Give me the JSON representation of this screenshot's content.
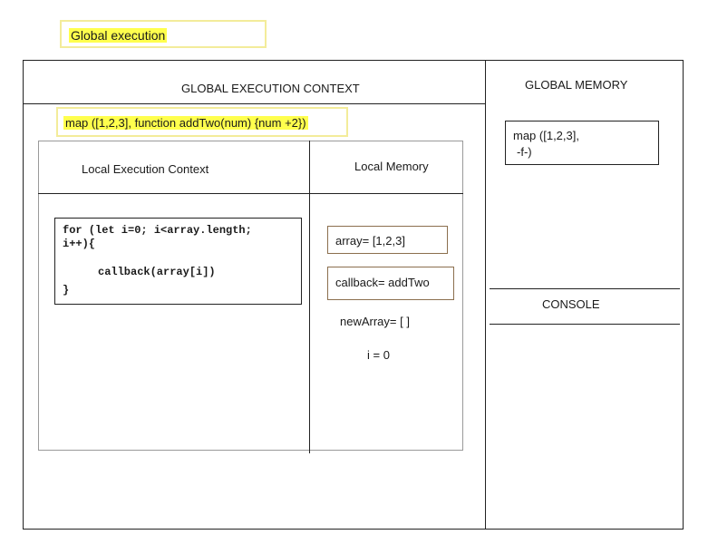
{
  "title_tag": "Global execution",
  "global_context": {
    "header": "GLOBAL EXECUTION CONTEXT",
    "call": "map ([1,2,3], function addTwo(num) {num +2})"
  },
  "global_memory": {
    "header": "GLOBAL MEMORY",
    "entry_line1": "map ([1,2,3],",
    "entry_line2": "-f-)"
  },
  "console": {
    "header": "CONSOLE"
  },
  "local_context": {
    "header": "Local Execution Context",
    "code_line1": "for (let i=0; i<array.length;",
    "code_line2": "i++){",
    "code_line3": "callback(array[i])",
    "code_line4": "}"
  },
  "local_memory": {
    "header": "Local Memory",
    "array": "array= [1,2,3]",
    "callback": "callback= addTwo",
    "new_array": "newArray= [ ]",
    "counter": "i = 0"
  }
}
